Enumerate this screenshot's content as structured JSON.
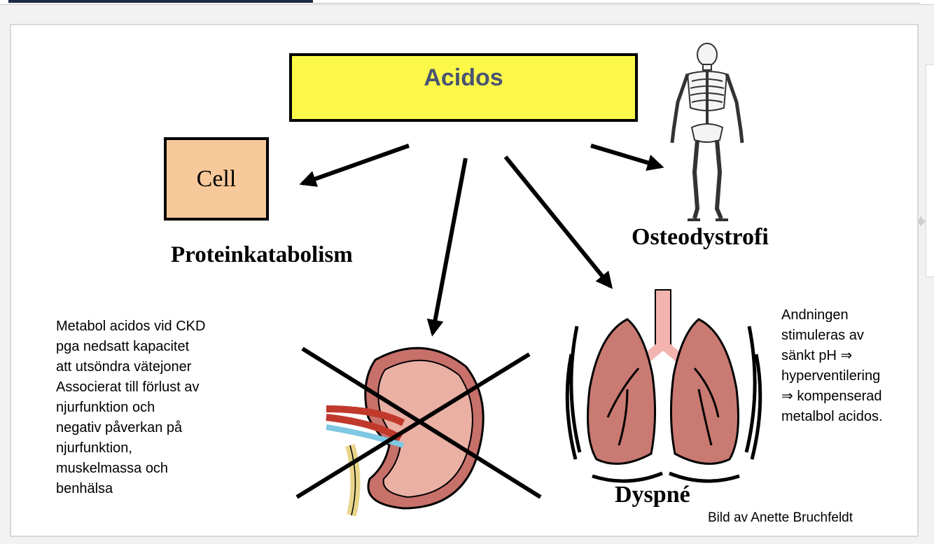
{
  "diagram": {
    "title": "Acidos",
    "cell_label": "Cell",
    "proteinkatabolism_label": "Proteinkatabolism",
    "osteodystrofi_label": "Osteodystrofi",
    "dyspne_label": "Dyspné",
    "left_text_lines": [
      "Metabol acidos vid CKD",
      "pga nedsatt kapacitet",
      "att utsöndra vätejoner",
      "Associerat till förlust av",
      "njurfunktion och",
      "negativ påverkan på",
      "njurfunktion,",
      "muskelmassa och",
      "benhälsa"
    ],
    "right_text_lines": [
      "Andningen",
      "stimuleras av",
      "sänkt pH ⇒",
      "hyperventilering",
      "⇒ kompenserad",
      "metalbol acidos."
    ],
    "credit": "Bild av Anette Bruchfeldt",
    "icons": [
      "skeleton-icon",
      "kidney-icon",
      "lungs-icon"
    ],
    "colors": {
      "title_box": "#fbf84a",
      "title_text": "#4a5472",
      "cell_box": "#f7c99a",
      "kidney": "#c8706a",
      "lungs": "#c97a72"
    }
  }
}
